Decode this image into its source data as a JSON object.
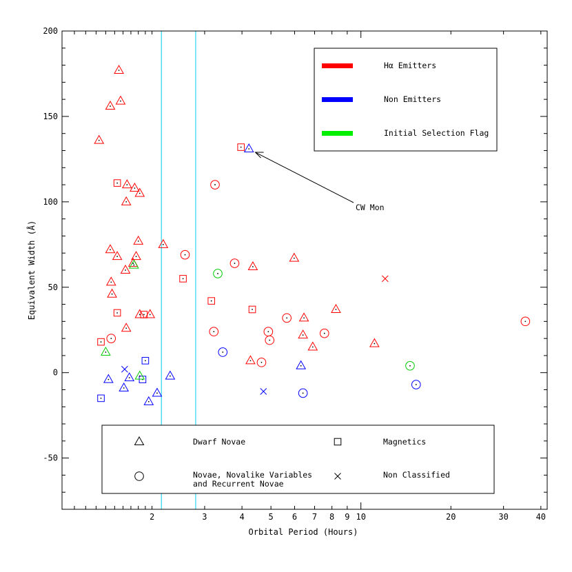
{
  "chart_data": {
    "type": "scatter",
    "xlabel": "Orbital Period (Hours)",
    "ylabel": "Equivalent Width (Å)",
    "x_scale": "log",
    "xlim": [
      1.0,
      42
    ],
    "ylim": [
      -80,
      200
    ],
    "x_tick_labels": [
      2,
      3,
      4,
      5,
      6,
      7,
      8,
      9,
      10,
      20,
      30,
      40
    ],
    "y_ticks": [
      -50,
      0,
      50,
      100,
      150,
      200
    ],
    "period_gap_lines": [
      2.15,
      2.8
    ],
    "colors": {
      "emitter": "#ff0000",
      "non_emitter": "#0000ff",
      "flag": "#00cc00",
      "gap_line": "#00ccee"
    },
    "legend_color": [
      {
        "label": "Hα Emitters",
        "color": "#ff0000"
      },
      {
        "label": "Non Emitters",
        "color": "#0000ff"
      },
      {
        "label": "Initial Selection Flag",
        "color": "#00ee00"
      }
    ],
    "legend_marker": [
      {
        "label": "Dwarf Novae",
        "marker": "triangle"
      },
      {
        "label": "Magnetics",
        "marker": "square"
      },
      {
        "label": "Novae, Novalike Variables",
        "label2": "and Recurrent Novae",
        "marker": "circle"
      },
      {
        "label": "Non Classified",
        "marker": "cross"
      }
    ],
    "annotation": {
      "text": "CW Mon",
      "x": 4.25,
      "y": 131
    },
    "points": [
      {
        "x": 1.55,
        "y": 177,
        "m": "triangle",
        "c": "emitter"
      },
      {
        "x": 1.45,
        "y": 156,
        "m": "triangle",
        "c": "emitter"
      },
      {
        "x": 1.57,
        "y": 159,
        "m": "triangle",
        "c": "emitter"
      },
      {
        "x": 1.33,
        "y": 136,
        "m": "triangle",
        "c": "emitter"
      },
      {
        "x": 1.53,
        "y": 111,
        "m": "square",
        "c": "emitter"
      },
      {
        "x": 1.65,
        "y": 110,
        "m": "triangle",
        "c": "emitter"
      },
      {
        "x": 1.75,
        "y": 108,
        "m": "triangle",
        "c": "emitter"
      },
      {
        "x": 1.82,
        "y": 105,
        "m": "triangle",
        "c": "emitter"
      },
      {
        "x": 1.64,
        "y": 100,
        "m": "triangle",
        "c": "emitter"
      },
      {
        "x": 1.8,
        "y": 77,
        "m": "triangle",
        "c": "emitter"
      },
      {
        "x": 2.18,
        "y": 75,
        "m": "triangle",
        "c": "emitter"
      },
      {
        "x": 1.45,
        "y": 72,
        "m": "triangle",
        "c": "emitter"
      },
      {
        "x": 1.53,
        "y": 68,
        "m": "triangle",
        "c": "emitter"
      },
      {
        "x": 1.77,
        "y": 68,
        "m": "triangle",
        "c": "emitter"
      },
      {
        "x": 1.73,
        "y": 64,
        "m": "triangle",
        "c": "emitter"
      },
      {
        "x": 1.63,
        "y": 60,
        "m": "triangle",
        "c": "emitter"
      },
      {
        "x": 1.46,
        "y": 53,
        "m": "triangle",
        "c": "emitter"
      },
      {
        "x": 1.47,
        "y": 46,
        "m": "triangle",
        "c": "emitter"
      },
      {
        "x": 1.53,
        "y": 35,
        "m": "square",
        "c": "emitter"
      },
      {
        "x": 1.82,
        "y": 34,
        "m": "triangle",
        "c": "emitter"
      },
      {
        "x": 1.88,
        "y": 34,
        "m": "square",
        "c": "emitter"
      },
      {
        "x": 1.97,
        "y": 34,
        "m": "triangle",
        "c": "emitter"
      },
      {
        "x": 1.64,
        "y": 26,
        "m": "triangle",
        "c": "emitter"
      },
      {
        "x": 1.35,
        "y": 18,
        "m": "square",
        "c": "emitter"
      },
      {
        "x": 1.46,
        "y": 20,
        "m": "circle",
        "c": "emitter"
      },
      {
        "x": 2.58,
        "y": 69,
        "m": "circle",
        "c": "emitter"
      },
      {
        "x": 2.54,
        "y": 55,
        "m": "square",
        "c": "emitter"
      },
      {
        "x": 3.25,
        "y": 110,
        "m": "circle",
        "c": "emitter"
      },
      {
        "x": 3.97,
        "y": 132,
        "m": "square",
        "c": "emitter"
      },
      {
        "x": 3.78,
        "y": 64,
        "m": "circle",
        "c": "emitter"
      },
      {
        "x": 4.35,
        "y": 62,
        "m": "triangle",
        "c": "emitter"
      },
      {
        "x": 3.16,
        "y": 42,
        "m": "square",
        "c": "emitter"
      },
      {
        "x": 4.33,
        "y": 37,
        "m": "square",
        "c": "emitter"
      },
      {
        "x": 3.22,
        "y": 24,
        "m": "circle",
        "c": "emitter"
      },
      {
        "x": 4.27,
        "y": 7,
        "m": "triangle",
        "c": "emitter"
      },
      {
        "x": 4.65,
        "y": 6,
        "m": "circle",
        "c": "emitter"
      },
      {
        "x": 4.9,
        "y": 24,
        "m": "circle",
        "c": "emitter"
      },
      {
        "x": 4.95,
        "y": 19,
        "m": "circle",
        "c": "emitter"
      },
      {
        "x": 5.65,
        "y": 32,
        "m": "circle",
        "c": "emitter"
      },
      {
        "x": 5.98,
        "y": 67,
        "m": "triangle",
        "c": "emitter"
      },
      {
        "x": 6.45,
        "y": 32,
        "m": "triangle",
        "c": "emitter"
      },
      {
        "x": 6.4,
        "y": 22,
        "m": "triangle",
        "c": "emitter"
      },
      {
        "x": 6.9,
        "y": 15,
        "m": "triangle",
        "c": "emitter"
      },
      {
        "x": 7.55,
        "y": 23,
        "m": "circle",
        "c": "emitter"
      },
      {
        "x": 8.25,
        "y": 37,
        "m": "triangle",
        "c": "emitter"
      },
      {
        "x": 11.1,
        "y": 17,
        "m": "triangle",
        "c": "emitter"
      },
      {
        "x": 12.05,
        "y": 55,
        "m": "cross",
        "c": "emitter"
      },
      {
        "x": 35.5,
        "y": 30,
        "m": "circle",
        "c": "emitter"
      },
      {
        "x": 1.35,
        "y": -15,
        "m": "square",
        "c": "non_emitter"
      },
      {
        "x": 1.43,
        "y": -4,
        "m": "triangle",
        "c": "non_emitter"
      },
      {
        "x": 1.62,
        "y": 2,
        "m": "cross",
        "c": "non_emitter"
      },
      {
        "x": 1.61,
        "y": -9,
        "m": "triangle",
        "c": "non_emitter"
      },
      {
        "x": 1.68,
        "y": -3,
        "m": "triangle",
        "c": "non_emitter"
      },
      {
        "x": 1.86,
        "y": -4,
        "m": "square",
        "c": "non_emitter"
      },
      {
        "x": 1.9,
        "y": 7,
        "m": "square",
        "c": "non_emitter"
      },
      {
        "x": 1.95,
        "y": -17,
        "m": "triangle",
        "c": "non_emitter"
      },
      {
        "x": 2.08,
        "y": -12,
        "m": "triangle",
        "c": "non_emitter"
      },
      {
        "x": 2.3,
        "y": -2,
        "m": "triangle",
        "c": "non_emitter"
      },
      {
        "x": 3.45,
        "y": 12,
        "m": "circle",
        "c": "non_emitter"
      },
      {
        "x": 4.22,
        "y": 131,
        "m": "triangle",
        "c": "non_emitter"
      },
      {
        "x": 4.72,
        "y": -11,
        "m": "cross",
        "c": "non_emitter"
      },
      {
        "x": 6.3,
        "y": 4,
        "m": "triangle",
        "c": "non_emitter"
      },
      {
        "x": 6.4,
        "y": -12,
        "m": "circle",
        "c": "non_emitter"
      },
      {
        "x": 15.3,
        "y": -7,
        "m": "circle",
        "c": "non_emitter"
      },
      {
        "x": 1.4,
        "y": 12,
        "m": "triangle",
        "c": "flag"
      },
      {
        "x": 1.74,
        "y": 63,
        "m": "triangle",
        "c": "flag"
      },
      {
        "x": 1.82,
        "y": -2,
        "m": "triangle",
        "c": "flag"
      },
      {
        "x": 3.32,
        "y": 58,
        "m": "circle",
        "c": "flag"
      },
      {
        "x": 14.6,
        "y": 4,
        "m": "circle",
        "c": "flag"
      }
    ]
  }
}
